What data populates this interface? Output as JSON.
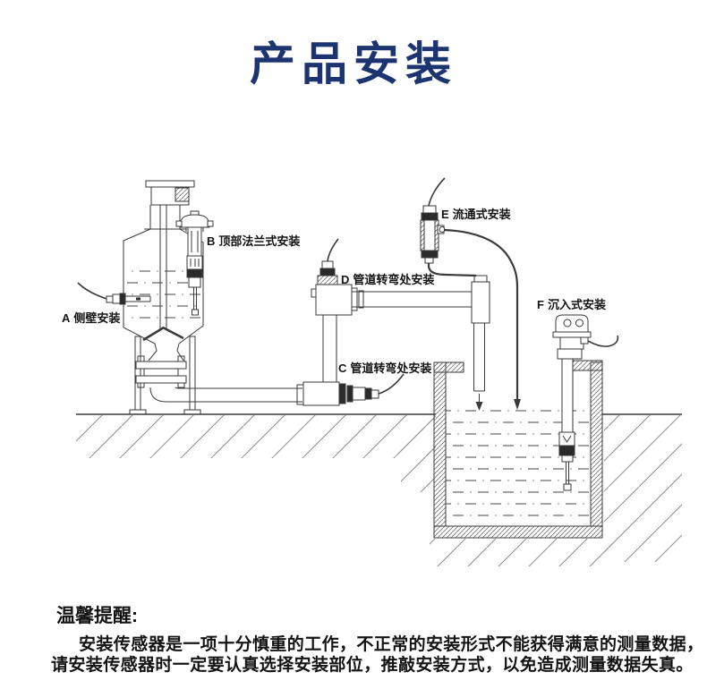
{
  "title": "产品安装",
  "colors": {
    "title": "#1c3470",
    "text": "#141414"
  },
  "diagram": {
    "labels": [
      {
        "letter": "A",
        "text": "侧壁安装"
      },
      {
        "letter": "B",
        "text": "顶部法兰式安装"
      },
      {
        "letter": "C",
        "text": "管道转弯处安装"
      },
      {
        "letter": "D",
        "text": "管道转弯处安装"
      },
      {
        "letter": "E",
        "text": "流通式安装"
      },
      {
        "letter": "F",
        "text": "沉入式安装"
      }
    ]
  },
  "notice": {
    "heading": "温馨提醒:",
    "line1": "安装传感器是一项十分慎重的工作，不正常的安装形式不能获得满意的测量数据，",
    "line2": "请安装传感器时一定要认真选择安装部位，推敲安装方式，以免造成测量数据失真。"
  }
}
